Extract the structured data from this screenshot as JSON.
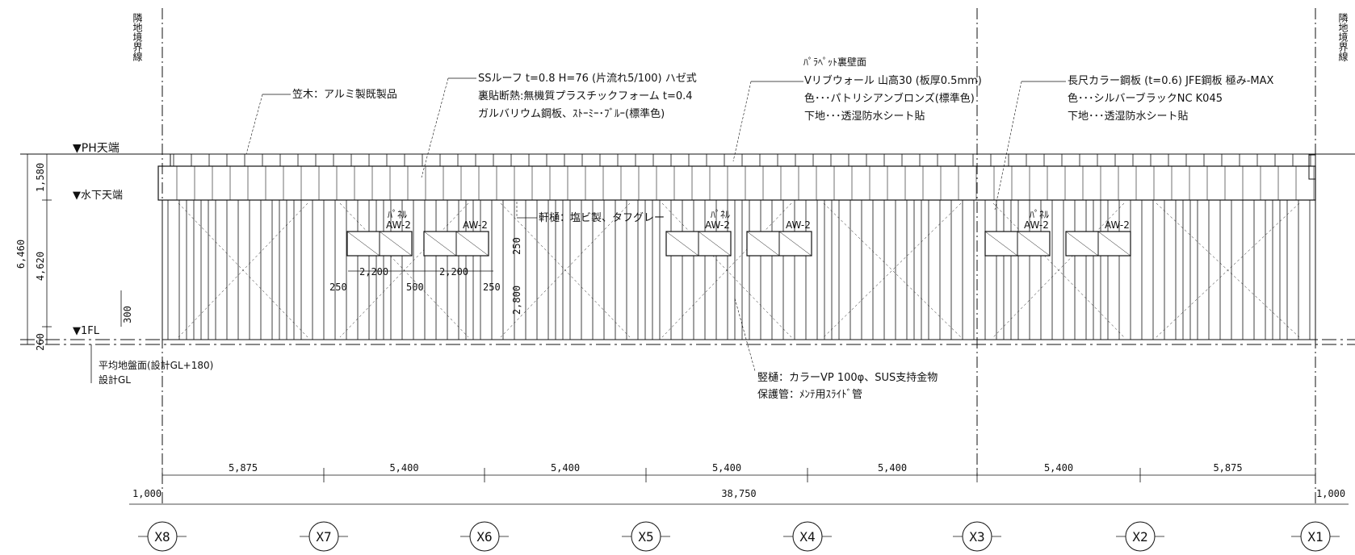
{
  "boundary_labels": {
    "left": "隣地境界線",
    "right": "隣地境界線"
  },
  "levels": {
    "ph": "▼PH天端",
    "water": "▼水下天端",
    "fl": "▼1FL"
  },
  "left_dims": {
    "total": "6,460",
    "d1": "1,580",
    "d2": "4,620",
    "d3": "300",
    "d4": "260"
  },
  "ground": {
    "avg": "平均地盤面(設計GL+180)",
    "gl": "設計GL"
  },
  "notes": {
    "coping": "笠木：アルミ製既製品",
    "roof": [
      "SSルーフ t=0.8 H=76 (片流れ5/100) ハゼ式",
      "裏貼断熱:無機質プラスチックフォーム t=0.4",
      "ガルバリウム鋼板、ｽﾄｰﾐｰ･ﾌﾞﾙｰ(標準色)"
    ],
    "parapet": [
      "ﾊﾟﾗﾍﾟｯﾄ裏壁面",
      "Vリブウォール 山高30 (板厚0.5mm)",
      "色･･･パトリシアンブロンズ(標準色)",
      "下地･･･透湿防水シート貼"
    ],
    "wall": [
      "長尺カラー鋼板 (t=0.6) JFE鋼板 極み-MAX",
      "色･･･シルバーブラックNC K045",
      "下地･･･透湿防水シート貼"
    ],
    "gutter": "軒樋：塩ビ製、タフグレー",
    "downspout": [
      "竪樋：カラーVP 100φ、SUS支持金物",
      "保護管：ﾒﾝﾃ用ｽﾗｲﾄﾞ管"
    ]
  },
  "windows": {
    "panel": "ﾊﾟﾈﾙ",
    "aw": "AW-2"
  },
  "window_dims": {
    "w1": "2,200",
    "w2": "2,200",
    "s1": "250",
    "s2": "500",
    "s3": "250",
    "h1": "250",
    "h2": "2,800"
  },
  "bottom_dims": {
    "spans": [
      "5,875",
      "5,400",
      "5,400",
      "5,400",
      "5,400",
      "5,400",
      "5,875"
    ],
    "total": "38,750",
    "left_off": "1,000",
    "right_off": "1,000"
  },
  "axes": [
    "X8",
    "X7",
    "X6",
    "X5",
    "X4",
    "X3",
    "X2",
    "X1"
  ]
}
